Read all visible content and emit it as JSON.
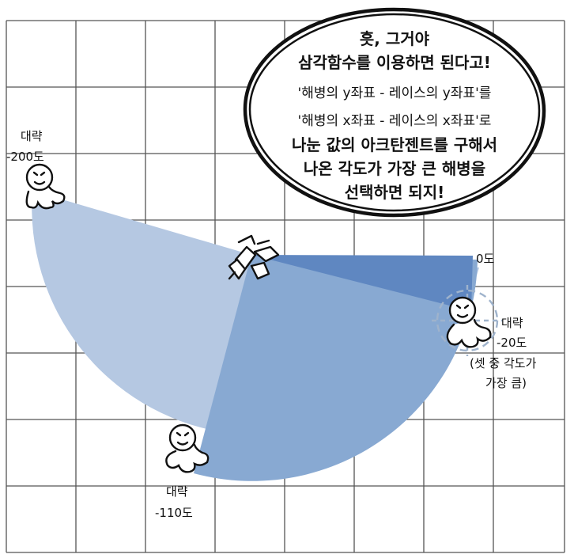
{
  "colors": {
    "grid": "#555555",
    "wedge_large": "#b5c8e2",
    "wedge_medium": "#88a9d2",
    "wedge_dark": "#5f87c1",
    "target_ring": "#9fb3cc"
  },
  "speech_bubble": {
    "lines": [
      "흣, 그거야",
      "삼각함수를 이용하면 된다고!",
      "'해병의 y좌표 - 레이스의  y좌표'를",
      "'해병의 x좌표 - 레이스의 x좌표'로",
      "나눈 값의 아크탄젠트를 구해서",
      "나온 각도가 가장 큰 해병을",
      "선택하면 되지!"
    ]
  },
  "labels": {
    "zero": "0도",
    "left_marine": [
      "대략",
      "-200도"
    ],
    "bottom_marine": [
      "대략",
      "-110도"
    ],
    "right_marine": [
      "대략",
      "-20도",
      "(셋 중 각도가",
      "가장 큼)"
    ]
  },
  "icons": {
    "raider": "raider-unit-icon",
    "marine": "marine-character-icon",
    "target": "crosshair-target-icon"
  }
}
